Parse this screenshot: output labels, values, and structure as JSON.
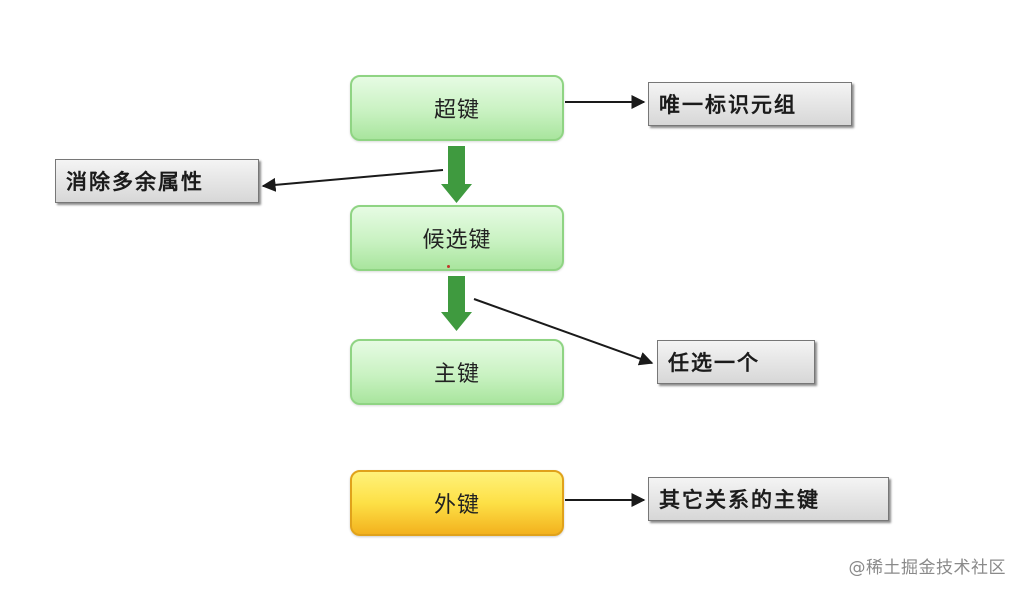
{
  "nodes": {
    "superkey": "超键",
    "candidate_key": "候选键",
    "primary_key": "主键",
    "foreign_key": "外键"
  },
  "labels": {
    "unique_identify_tuple": "唯一标识元组",
    "remove_redundant_attrs": "消除多余属性",
    "choose_one": "任选一个",
    "other_relation_primary_key": "其它关系的主键"
  },
  "watermark": "@稀土掘金技术社区",
  "colors": {
    "green_node": "#c9f2c2",
    "yellow_node": "#fde046",
    "down_arrow": "#3f9a3f",
    "line": "#1a1a1a"
  }
}
